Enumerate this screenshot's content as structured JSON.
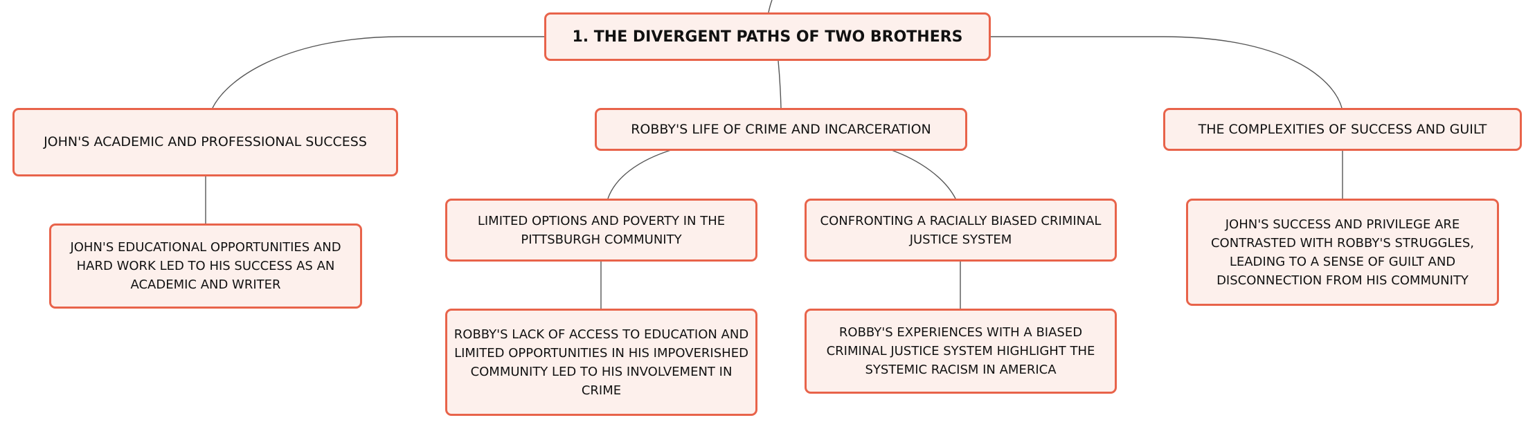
{
  "mindmap": {
    "root": {
      "label": "1. THE DIVERGENT PATHS OF TWO BROTHERS"
    },
    "branches": [
      {
        "label": "JOHN'S ACADEMIC AND PROFESSIONAL SUCCESS",
        "children": [
          {
            "label": "JOHN'S EDUCATIONAL OPPORTUNITIES AND HARD WORK LED TO HIS SUCCESS AS AN ACADEMIC AND WRITER"
          }
        ]
      },
      {
        "label": "ROBBY'S LIFE OF CRIME AND INCARCERATION",
        "children": [
          {
            "label": "LIMITED OPTIONS AND POVERTY IN THE PITTSBURGH COMMUNITY",
            "children": [
              {
                "label": "ROBBY'S LACK OF ACCESS TO EDUCATION AND LIMITED OPPORTUNITIES IN HIS IMPOVERISHED COMMUNITY LED TO HIS INVOLVEMENT IN CRIME"
              }
            ]
          },
          {
            "label": "CONFRONTING A RACIALLY BIASED CRIMINAL JUSTICE SYSTEM",
            "children": [
              {
                "label": "ROBBY'S EXPERIENCES WITH A BIASED CRIMINAL JUSTICE SYSTEM HIGHLIGHT THE SYSTEMIC RACISM IN AMERICA"
              }
            ]
          }
        ]
      },
      {
        "label": "THE COMPLEXITIES OF SUCCESS AND GUILT",
        "children": [
          {
            "label": "JOHN'S SUCCESS AND PRIVILEGE ARE CONTRASTED WITH ROBBY'S STRUGGLES, LEADING TO A SENSE OF GUILT AND DISCONNECTION FROM HIS COMMUNITY"
          }
        ]
      }
    ]
  },
  "colors": {
    "node_border": "#e8634a",
    "node_fill": "#fdf0ec",
    "connector": "#555555"
  }
}
